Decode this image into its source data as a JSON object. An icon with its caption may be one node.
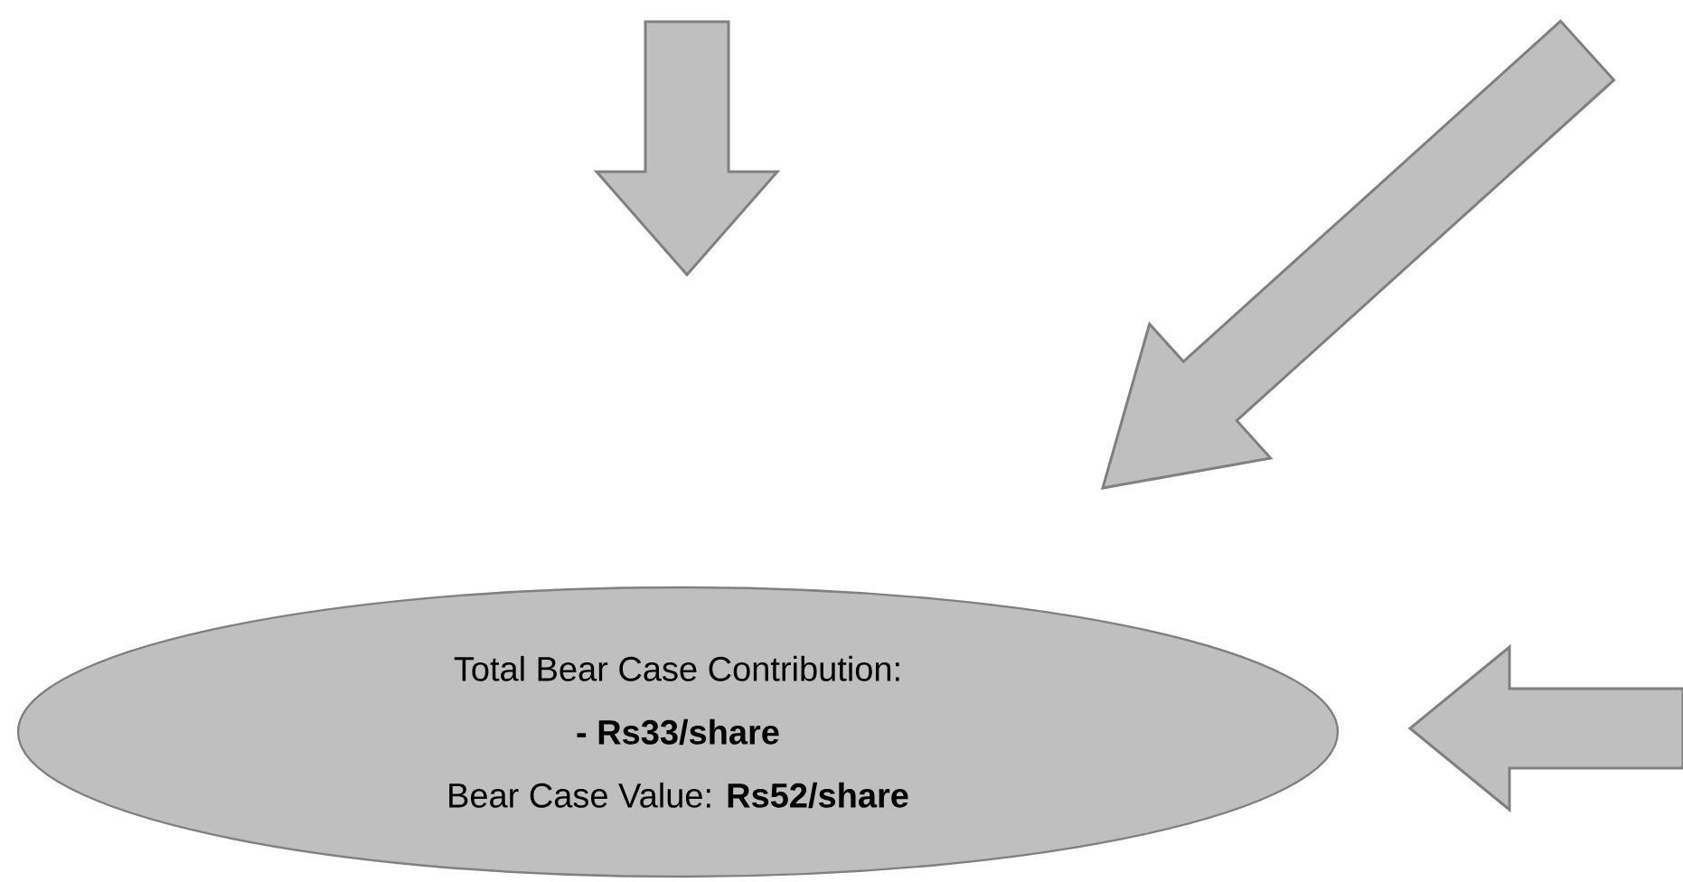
{
  "diagram": {
    "nodes": [
      {
        "text": [
          "Total Bear Case Contribution:",
          "- Rs33/share",
          "Bear Case Value: **Rs52/share**"
        ]
      }
    ]
  }
}
